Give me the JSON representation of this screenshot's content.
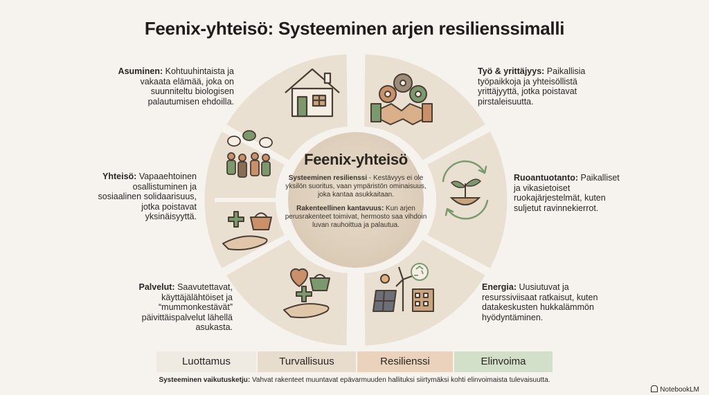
{
  "title": "Feenix-yhteisö: Systeeminen arjen resilienssimalli",
  "center": {
    "title": "Feenix-yhteisö",
    "p1_label": "Systeeminen resilienssi",
    "p1_text": " - Kestävyys ei ole yksilön suoritus, vaan ympäristön ominaisuus, joka kantaa asukkaitaan.",
    "p2_label": "Rakenteellinen kantavuus:",
    "p2_text": " Kun arjen perusrakenteet toimivat, hermosto saa vihdoin luvan rauhoittua ja palautua."
  },
  "sections": {
    "housing": {
      "label": "Asuminen:",
      "text": " Kohtuuhintaista ja vakaata elämää, joka on suunniteltu biologisen palautumisen ehdoilla.",
      "icon": "house-icon"
    },
    "work": {
      "label": "Työ & yrittäjyys:",
      "text": " Paikallisia työpaikkoja ja yhteisöllistä yrittäjyyttä, jotka poistavat pirstaleisuutta.",
      "icon": "gears-handshake-icon"
    },
    "food": {
      "label": "Ruoantuotanto:",
      "text": " Paikalliset ja vikasietoiset ruokajärjestelmät, kuten suljetut ravinnekierrot.",
      "icon": "sprout-cycle-icon"
    },
    "energy": {
      "label": "Energia:",
      "text": " Uusiutuvat ja resurssiviisaat ratkaisut, kuten datakeskusten hukkalämmön hyödyntäminen.",
      "icon": "renewable-energy-icon"
    },
    "services": {
      "label": "Palvelut:",
      "text": " Saavutettavat, käyttäjälähtöiset ja “mummonkestävät” päivittäispalvelut lähellä asukasta.",
      "icon": "heart-basket-hand-icon"
    },
    "community": {
      "label": "Yhteisö:",
      "text": " Vapaaehtoinen osallistuminen ja sosiaalinen solidaarisuus, jotka poistavat yksinäisyyttä.",
      "icon": "people-group-icon"
    },
    "care": {
      "icon": "care-basket-hand-icon"
    }
  },
  "bands": [
    {
      "label": "Luottamus",
      "color": "#efebe3"
    },
    {
      "label": "Turvallisuus",
      "color": "#e8dccd"
    },
    {
      "label": "Resilienssi",
      "color": "#ead2bc"
    },
    {
      "label": "Elinvoima",
      "color": "#d2dfc9"
    }
  ],
  "footer": {
    "label": "Systeeminen vaikutusketju:",
    "text": " Vahvat rakenteet muuntavat epävarmuuden hallituksi siirtymäksi kohti elinvoimaista tulevaisuutta."
  },
  "brand": "NotebookLM",
  "colors": {
    "segment": "#e9e0d2",
    "center": "#e0d3c1",
    "green": "#7a9a6e",
    "brown": "#8a6d55",
    "accent": "#c9906a"
  }
}
